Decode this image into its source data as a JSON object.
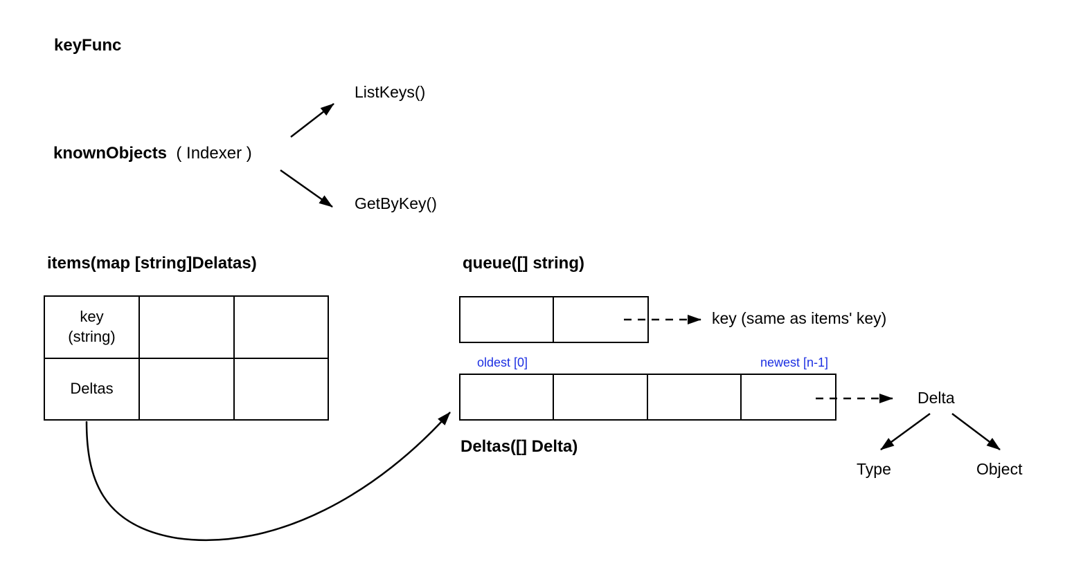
{
  "canvas": {
    "background": "#ffffff",
    "text_color": "#000000",
    "accent_blue": "#1c2fe2"
  },
  "key_func": {
    "label": "keyFunc"
  },
  "known_objects": {
    "name_bold": "knownObjects",
    "paren": "( Indexer )",
    "methods": {
      "list_keys": "ListKeys()",
      "get_by_key": "GetByKey()"
    }
  },
  "items_table": {
    "title": "items(map [string]Delatas)",
    "columns": 3,
    "rows": [
      {
        "header": "key\n(string)"
      },
      {
        "header": "Deltas"
      }
    ]
  },
  "queue": {
    "title": "queue([] string)",
    "cells": 2,
    "arrow_label": "key (same as items' key)"
  },
  "deltas_array": {
    "title": "Deltas([] Delta)",
    "cells": 4,
    "oldest_label": "oldest [0]",
    "newest_label": "newest [n-1]",
    "arrow_label": "Delta",
    "delta_fields": {
      "type": "Type",
      "object": "Object"
    }
  },
  "connectors": {
    "indexer_to_listkeys": "solid-arrow",
    "indexer_to_getbykey": "solid-arrow",
    "queue_to_key": "dashed-arrow",
    "deltas_to_delta": "dashed-arrow",
    "delta_to_type": "solid-arrow",
    "delta_to_object": "solid-arrow",
    "items_deltas_to_array": "curved-solid-arrow"
  }
}
